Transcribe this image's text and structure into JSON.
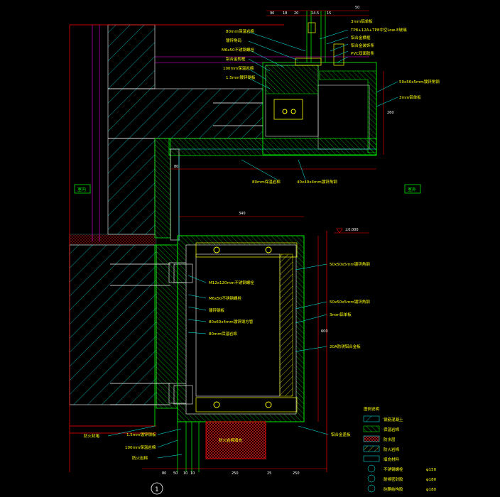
{
  "colors": {
    "background": "#000000",
    "dimension": "#ff0000",
    "label": "#ffff00",
    "leader": "#00ffff",
    "steel": "#00ff00",
    "concrete_hatch": "#00ffff",
    "insulation": "#ffff00"
  },
  "top_dims": [
    "90",
    "18",
    "20",
    "14.5",
    "15",
    "50"
  ],
  "top_callouts": [
    "3mm铝单板",
    "TP8+12A+TP8中空Low-E玻璃",
    "铝合金横框",
    "铝合金装饰条",
    "PVC双面胶条"
  ],
  "left_callouts_upper": [
    "80mm保温岩棉",
    "镀锌角码",
    "M6x50不锈钢螺栓",
    "铝合金附框",
    "100mm保温岩棉",
    "1.5mm镀锌钢板"
  ],
  "right_callouts_upper": [
    "50x50x5mm镀锌角钢",
    "3mm铝单板"
  ],
  "mid_callouts": [
    "80mm保温岩棉",
    "40x40x4mm镀锌角钢"
  ],
  "room_tags": {
    "left": "室内",
    "right": "室外"
  },
  "level_mark": "±0.000",
  "right_callouts_lower": [
    "50x50x5mm镀锌角钢",
    "50x50x5mm镀锌角钢",
    "3mm铝单板",
    "20A防锈铝合金板"
  ],
  "left_callouts_lower": [
    "M12x120mm不锈钢螺栓",
    "M6x50不锈钢螺栓",
    "镀锌钢板",
    "80x60x4mm镀锌钢方管",
    "80mm保温岩棉"
  ],
  "bottom_callouts": [
    "防火封堵",
    "1.5mm镀锌钢板",
    "100mm保温岩棉",
    "防火岩棉"
  ],
  "red_box_label": "防火岩棉填充",
  "bottom_right_callout": "铝合金盖板",
  "dims_vertical": [
    "260",
    "600"
  ],
  "dims_horizontal_mid": [
    "80",
    "340"
  ],
  "bottom_dims": [
    "80",
    "50",
    "10",
    "10",
    "250",
    "25",
    "250"
  ],
  "legend": {
    "title": "图例说明",
    "items": [
      "钢筋混凝土",
      "保温岩棉",
      "防水层",
      "防火岩棉",
      "填充材料",
      "不锈钢螺栓",
      "耐候密封胶",
      "硅酮结构胶"
    ],
    "codes": [
      "φ150",
      "φ180",
      "φ180"
    ]
  },
  "detail_number": "1"
}
